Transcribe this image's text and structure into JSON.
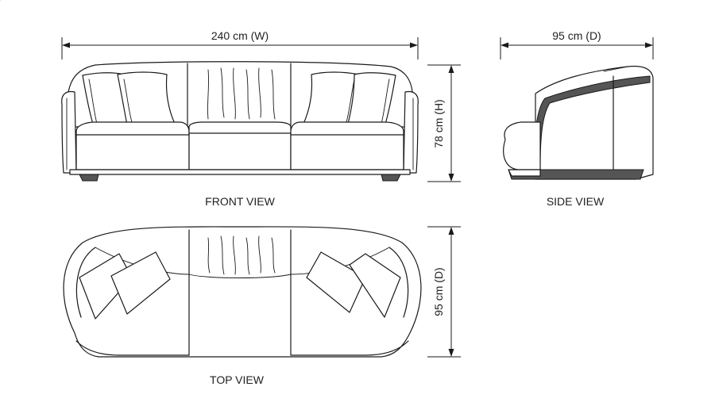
{
  "dimensions": {
    "width": "240 cm (W)",
    "depth_side": "95 cm (D)",
    "height": "78 cm (H)",
    "depth_top": "95 cm (D)"
  },
  "views": {
    "front": "FRONT VIEW",
    "side": "SIDE VIEW",
    "top": "TOP VIEW"
  }
}
